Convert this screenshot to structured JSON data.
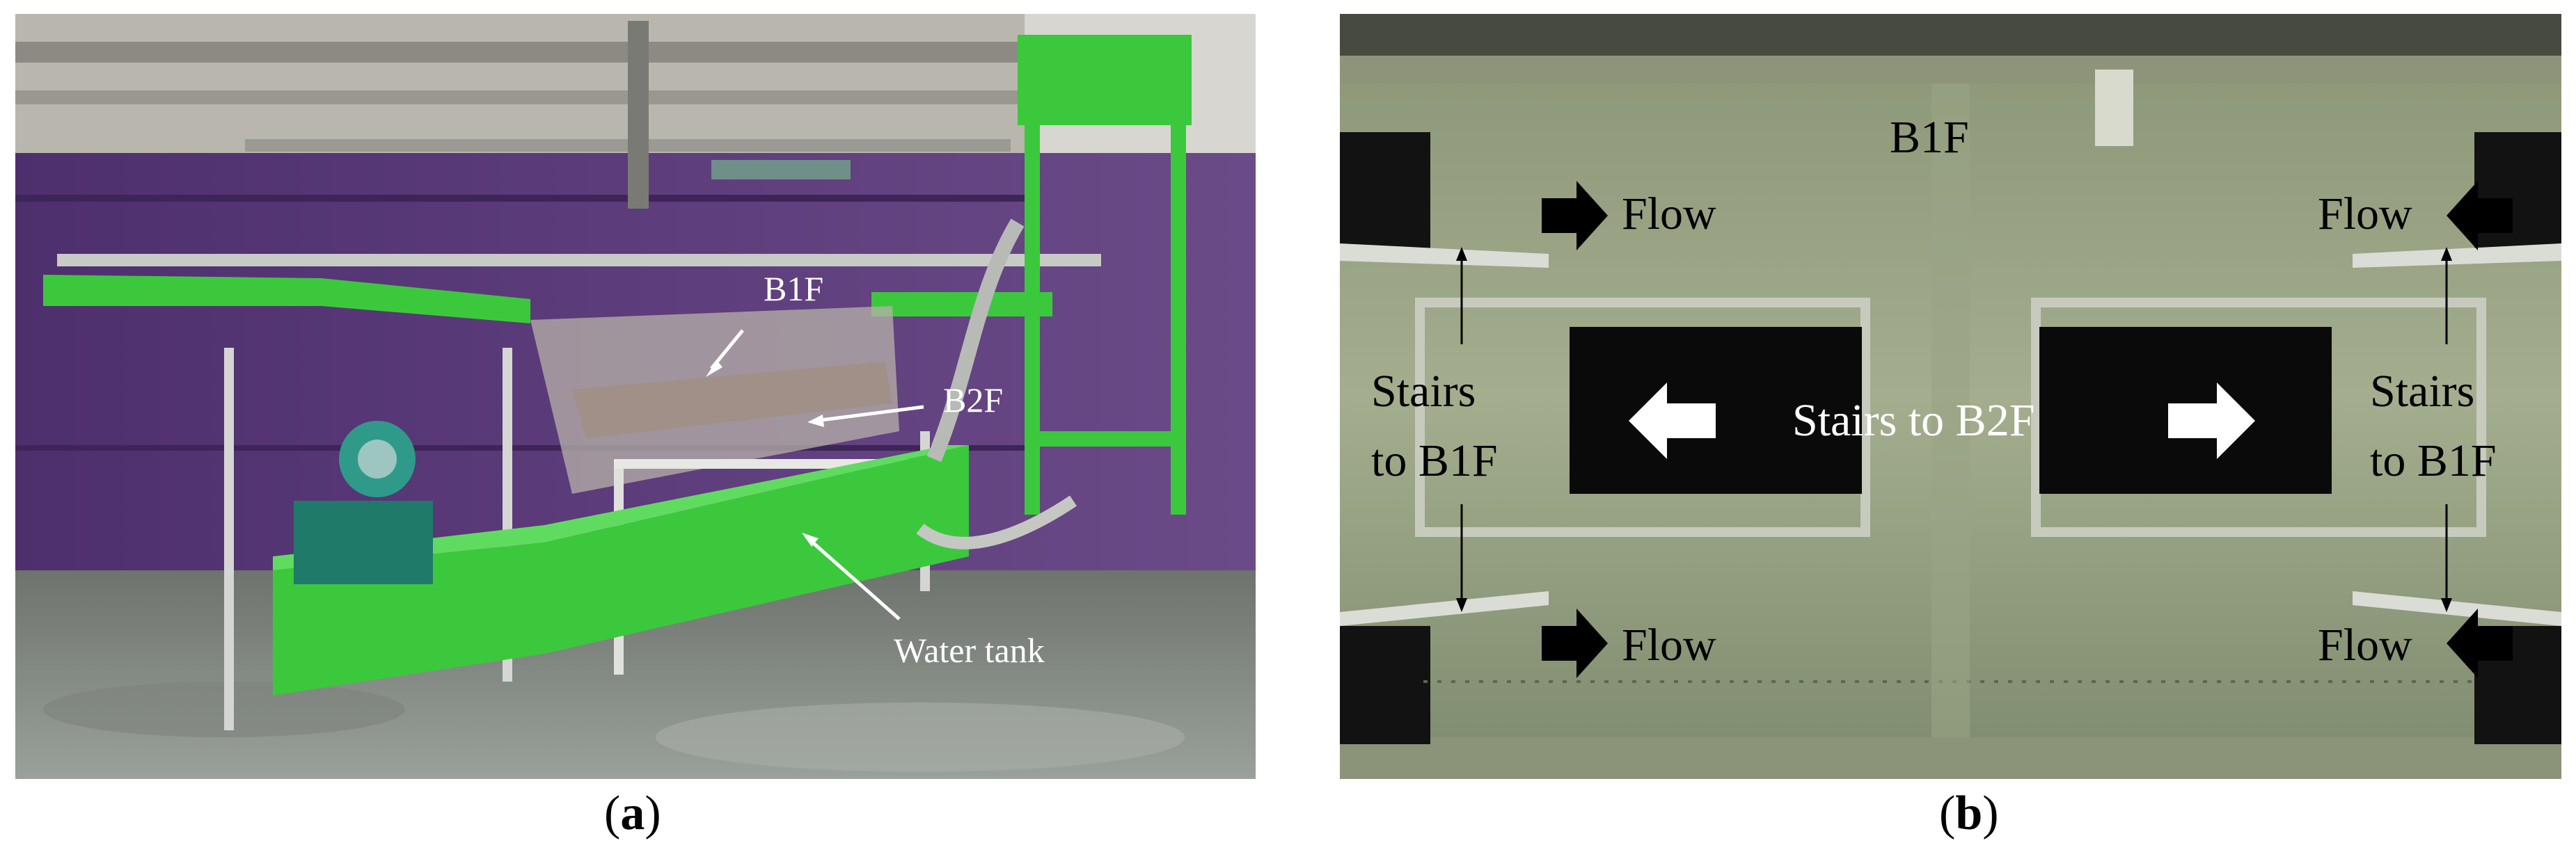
{
  "panel_a": {
    "caption_letter": "a",
    "labels": {
      "b1f": "B1F",
      "b2f": "B2F",
      "water_tank": "Water tank"
    }
  },
  "panel_b": {
    "caption_letter": "b",
    "labels": {
      "b1f": "B1F",
      "flow_top_left": "Flow",
      "flow_top_right": "Flow",
      "flow_bottom_left": "Flow",
      "flow_bottom_right": "Flow",
      "stairs_left_1": "Stairs",
      "stairs_left_2": "to B1F",
      "stairs_right_1": "Stairs",
      "stairs_right_2": "to B1F",
      "stairs_b2f": "Stairs to B2F"
    }
  },
  "colors": {
    "apparatus_green": "#3cc83c",
    "wall_purple": "#5a3a7a",
    "floor_gray": "#8a8f8a"
  }
}
